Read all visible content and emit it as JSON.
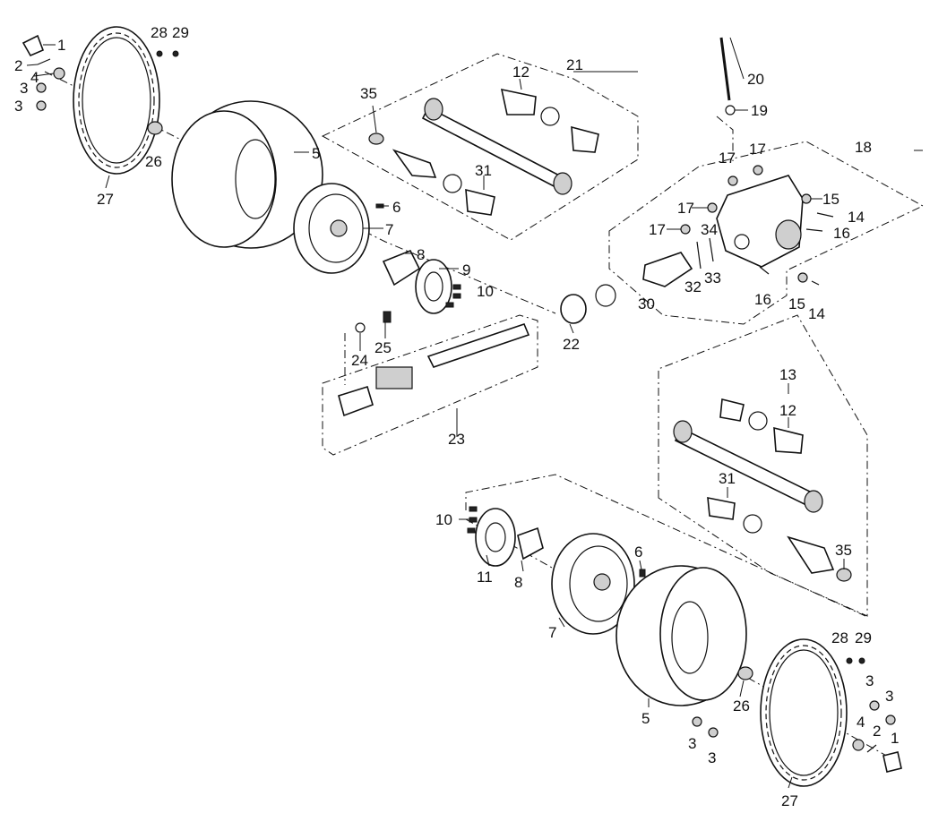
{
  "callouts": {
    "c1a": "1",
    "c2a": "2",
    "c3a": "3",
    "c3b": "3",
    "c4a": "4",
    "c28a": "28",
    "c29a": "29",
    "c5a": "5",
    "c26a": "26",
    "c27a": "27",
    "c6a": "6",
    "c7a": "7",
    "c8a": "8",
    "c9a": "9",
    "c10a": "10",
    "c35a": "35",
    "c12a": "12",
    "c21": "21",
    "c31a": "31",
    "c20": "20",
    "c19": "19",
    "c18": "18",
    "c17a": "17",
    "c17b": "17",
    "c17c": "17",
    "c17d": "17",
    "c15a": "15",
    "c14a": "14",
    "c16a": "16",
    "c34": "34",
    "c32": "32",
    "c33": "33",
    "c30": "30",
    "c16b": "16",
    "c15b": "15",
    "c14b": "14",
    "c22": "22",
    "c24": "24",
    "c25": "25",
    "c23": "23",
    "c13": "13",
    "c12b": "12",
    "c31b": "31",
    "c35b": "35",
    "c10b": "10",
    "c11": "11",
    "c8b": "8",
    "c6b": "6",
    "c7b": "7",
    "c5b": "5",
    "c26b": "26",
    "c28b": "28",
    "c29b": "29",
    "c3c": "3",
    "c3d": "3",
    "c3e": "3",
    "c3f": "3",
    "c4b": "4",
    "c2b": "2",
    "c1b": "1",
    "c27b": "27"
  },
  "colors": {
    "line": "#111111",
    "background": "#ffffff",
    "shade": "#cfcfcf"
  }
}
